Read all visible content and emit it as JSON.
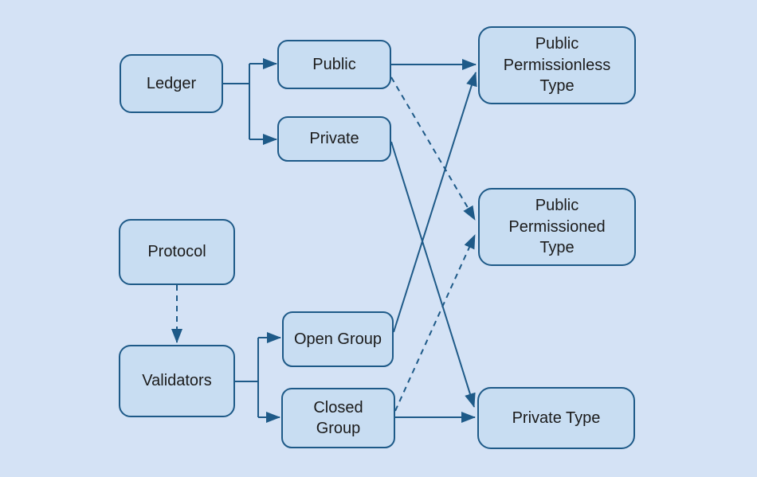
{
  "colors": {
    "background": "#d4e2f5",
    "node_fill": "#c8ddf2",
    "node_border": "#1e5a88",
    "text": "#1b1b1b"
  },
  "diagram": {
    "nodes": {
      "ledger": {
        "label": "Ledger"
      },
      "public": {
        "label": "Public"
      },
      "private": {
        "label": "Private"
      },
      "public_permissionless": {
        "label": "Public\nPermissionless\nType"
      },
      "public_permissioned": {
        "label": "Public\nPermissioned\nType"
      },
      "protocol": {
        "label": "Protocol"
      },
      "validators": {
        "label": "Validators"
      },
      "open_group": {
        "label": "Open Group"
      },
      "closed_group": {
        "label": "Closed\nGroup"
      },
      "private_type": {
        "label": "Private Type"
      }
    },
    "edges": [
      {
        "from": "Ledger",
        "to": "Public",
        "style": "solid"
      },
      {
        "from": "Ledger",
        "to": "Private",
        "style": "solid"
      },
      {
        "from": "Protocol",
        "to": "Validators",
        "style": "dashed"
      },
      {
        "from": "Validators",
        "to": "Open Group",
        "style": "solid"
      },
      {
        "from": "Validators",
        "to": "Closed Group",
        "style": "solid"
      },
      {
        "from": "Public",
        "to": "Public Permissionless Type",
        "style": "solid"
      },
      {
        "from": "Public",
        "to": "Public Permissioned Type",
        "style": "dashed"
      },
      {
        "from": "Private",
        "to": "Private Type",
        "style": "solid"
      },
      {
        "from": "Open Group",
        "to": "Public Permissionless Type",
        "style": "solid"
      },
      {
        "from": "Closed Group",
        "to": "Public Permissioned Type",
        "style": "dashed"
      },
      {
        "from": "Closed Group",
        "to": "Private Type",
        "style": "solid"
      }
    ]
  }
}
